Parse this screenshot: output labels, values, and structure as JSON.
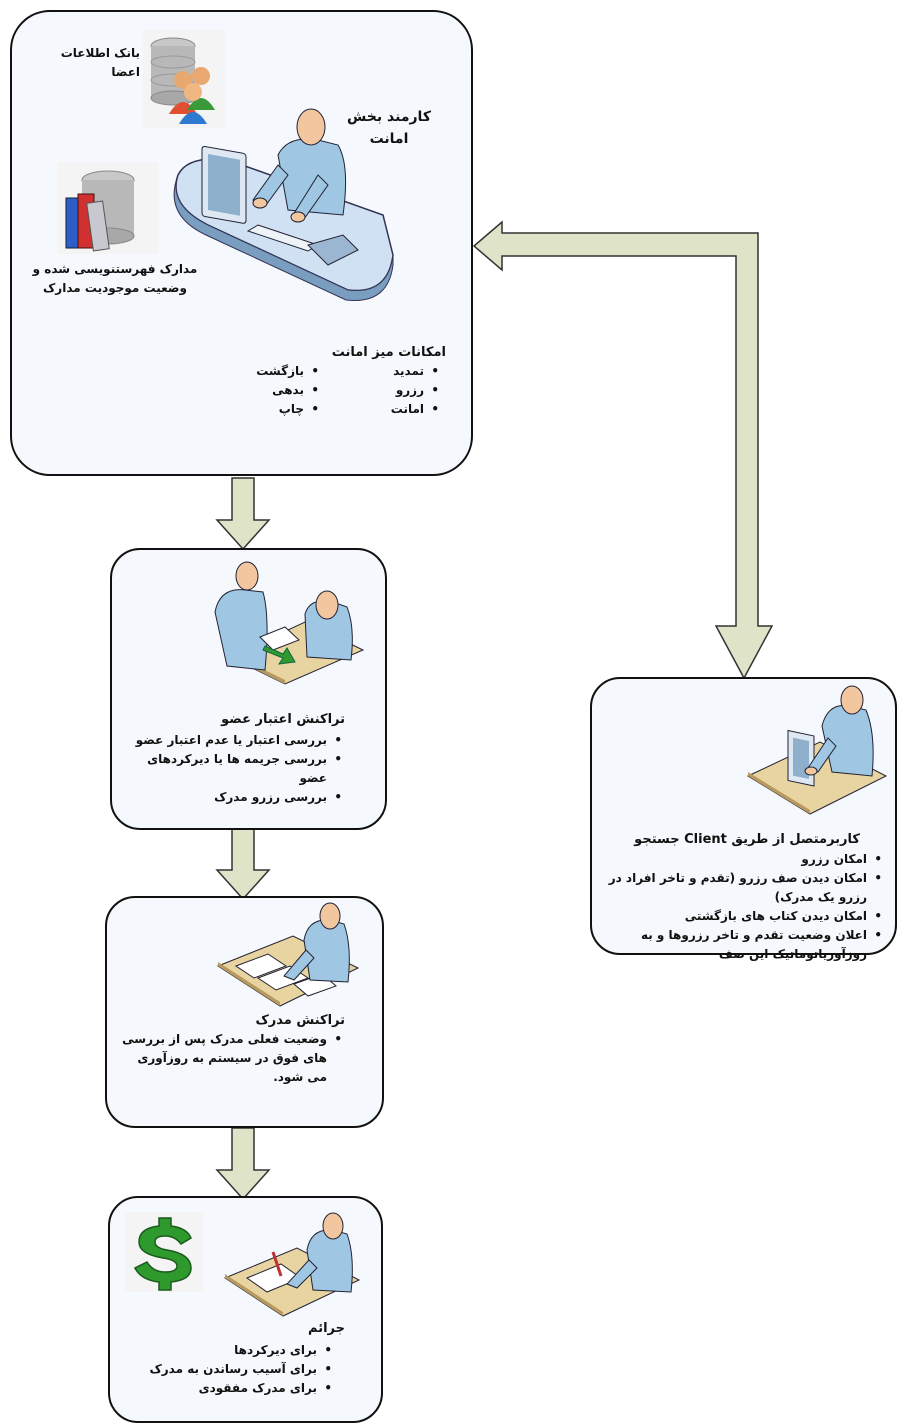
{
  "main_box": {
    "members_db_label": "بانک اطلاعات اعضا",
    "staff_label": "کارمند بخش امانت",
    "catalog_label": "مدارک فهرستنویسی شده و وضعیت موجودیت مدارک",
    "features_title": "امکانات میز امانت",
    "features_right": [
      "تمدید",
      "رزرو",
      "امانت"
    ],
    "features_left": [
      "بازگشت",
      "بدهی",
      "چاپ"
    ]
  },
  "member_box": {
    "title": "تراکنش اعتبار عضو",
    "items": [
      "بررسی اعتبار یا عدم اعتبار عضو",
      "بررسی جریمه ها یا دیرکردهای عضو",
      "بررسی رزرو مدرک"
    ]
  },
  "document_box": {
    "title": "تراکنش مدرک",
    "items": [
      "وضعیت فعلی مدرک پس از بررسی های فوق در سیستم به روزآوری می شود."
    ]
  },
  "fines_box": {
    "title": "جرائم",
    "items": [
      "برای دیرکردها",
      "برای آسیب رساندن به مدرک",
      "برای مدرک مفقودی"
    ]
  },
  "client_box": {
    "title": "کاربرمتصل از طریق Client جستجو",
    "items": [
      "امکان رزرو",
      "امکان دیدن صف رزرو (تقدم و تاخر افراد در رزرو یک مدرک)",
      "امکان دیدن کتاب های بازگشتی",
      "اعلان وضعیت تقدم و تاخر رزروها و به روزآوریاتوماتیک این صف"
    ]
  },
  "colors": {
    "arrow_fill": "#dfe3c8",
    "box_fill": "#f5f8fc",
    "person_body": "#9fc7e3",
    "person_skin": "#f2c7a0",
    "desk": "#e8d4a0",
    "money": "#2e9a2e"
  }
}
